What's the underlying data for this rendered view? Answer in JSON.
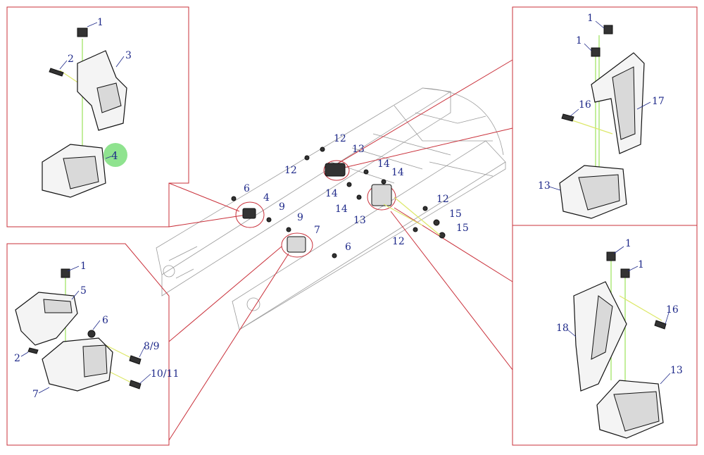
{
  "colors": {
    "label": "#1f2a8a",
    "callout": "#c9303a",
    "axis": "#9be25a",
    "highlight": "#8fe38f"
  },
  "panel_tl": {
    "labels": [
      "1",
      "2",
      "3",
      "4"
    ]
  },
  "panel_bl": {
    "labels": [
      "1",
      "5",
      "6",
      "2",
      "8/9",
      "10/11",
      "7"
    ]
  },
  "panel_tr": {
    "labels": [
      "1",
      "1",
      "17",
      "16",
      "13"
    ]
  },
  "panel_br": {
    "labels": [
      "1",
      "1",
      "16",
      "18",
      "13"
    ]
  },
  "center": {
    "labels": [
      "12",
      "12",
      "13",
      "14",
      "14",
      "6",
      "4",
      "9",
      "14",
      "14",
      "12",
      "13",
      "9",
      "7",
      "15",
      "15",
      "12",
      "6"
    ]
  }
}
